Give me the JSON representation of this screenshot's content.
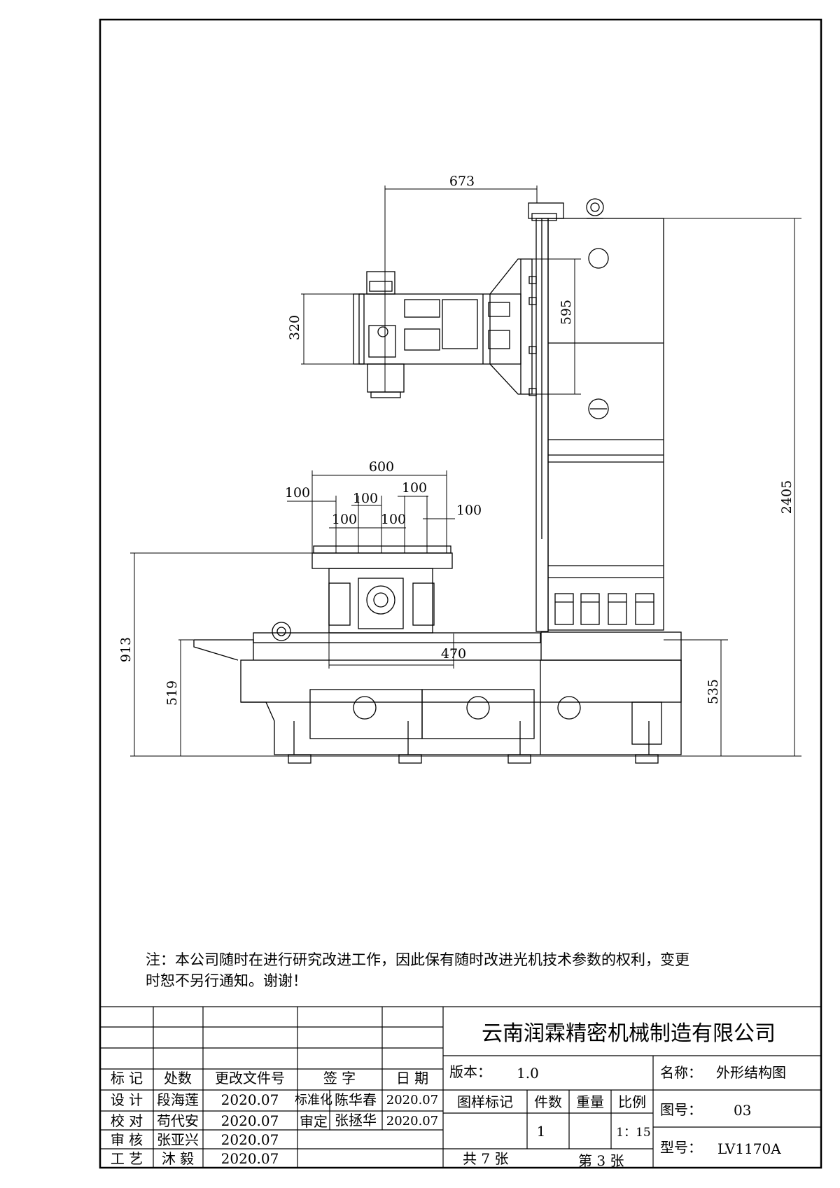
{
  "drawing": {
    "dimensions": {
      "d673": "673",
      "d320": "320",
      "d595": "595",
      "d600": "600",
      "d100a": "100",
      "d100b": "100",
      "d100c": "100",
      "d100d": "100",
      "d100e": "100",
      "d100f": "100",
      "d913": "913",
      "d519": "519",
      "d470": "470",
      "d2405": "2405",
      "d535": "535"
    }
  },
  "note": {
    "line1": "注：本公司随时在进行研究改进工作，因此保有随时改进光机技术参数的权利，变更",
    "line2": "时恕不另行通知。谢谢！"
  },
  "title_block": {
    "company": "云南润霖精密机械制造有限公司",
    "headers": {
      "mark": "标 记",
      "count": "处数",
      "change_doc": "更改文件号",
      "signature": "签 字",
      "date": "日 期"
    },
    "rows": [
      {
        "role": "设 计",
        "name": "段海莲",
        "date": "2020.07"
      },
      {
        "role": "校 对",
        "name": "苟代安",
        "date": "2020.07"
      },
      {
        "role": "审 核",
        "name": "张亚兴",
        "date": "2020.07"
      },
      {
        "role": "工 艺",
        "name": "沐 毅",
        "date": "2020.07"
      }
    ],
    "standardization": {
      "label": "标准化",
      "name": "陈华春",
      "date": "2020.07"
    },
    "approval": {
      "label": "审定",
      "name": "张拯华",
      "date": "2020.07"
    },
    "version_label": "版本：",
    "version": "1.0",
    "sample_mark": "图样标记",
    "quantity_label": "件数",
    "weight_label": "重量",
    "scale_label": "比例",
    "quantity": "1",
    "scale": "1：15",
    "total_sheets": "共 7 张",
    "sheet_no": "第 3 张",
    "name_label": "名称：",
    "name": "外形结构图",
    "drawing_no_label": "图号：",
    "drawing_no": "03",
    "model_label": "型号：",
    "model": "LV1170A"
  }
}
